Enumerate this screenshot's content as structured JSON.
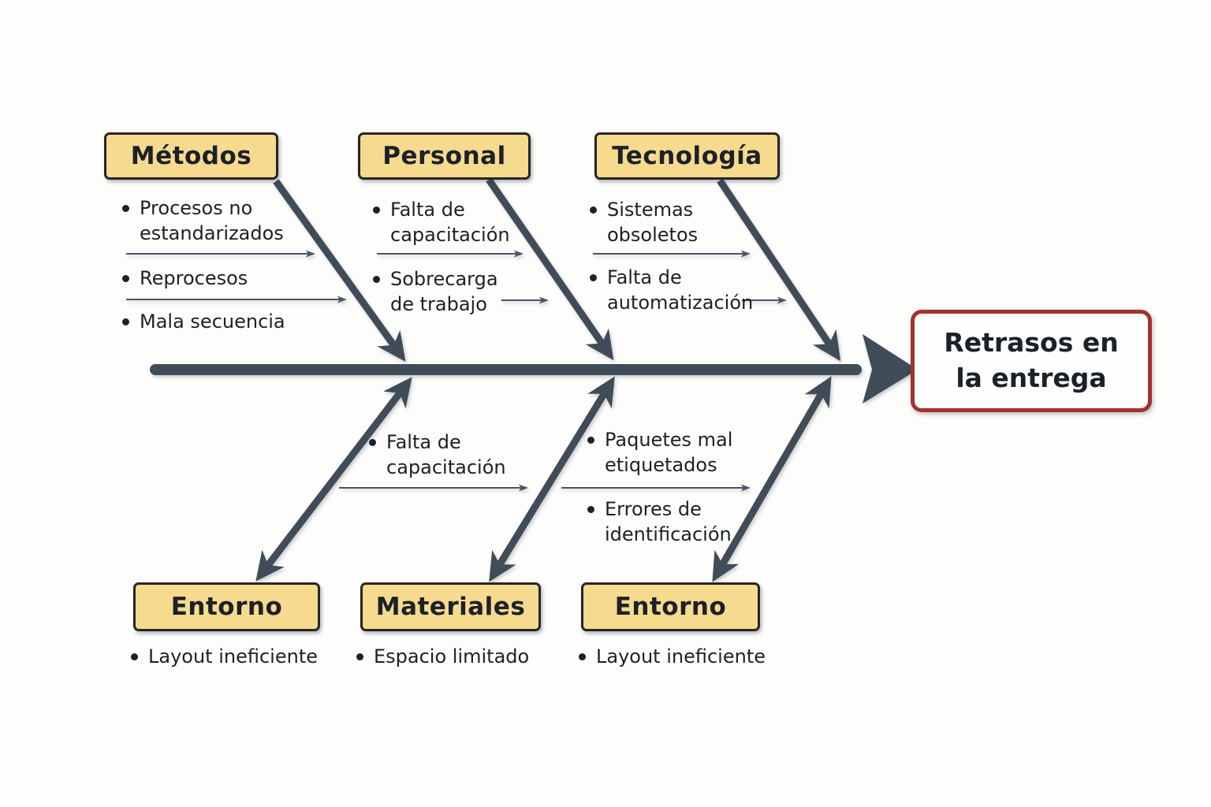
{
  "diagram": {
    "kind": "fishbone-ishikawa",
    "effect": {
      "label": "Retrasos en\nla entrega"
    },
    "categories": {
      "top": [
        {
          "label": "Métodos"
        },
        {
          "label": "Personal"
        },
        {
          "label": "Tecnología"
        }
      ],
      "bottom": [
        {
          "label": "Entorno"
        },
        {
          "label": "Materiales"
        },
        {
          "label": "Entorno"
        }
      ]
    },
    "causes": {
      "metodos": [
        "Procesos no\nestandarizados",
        "Reprocesos",
        "Mala secuencia"
      ],
      "personal": [
        "Falta de\ncapacitación",
        "Sobrecarga\nde trabajo"
      ],
      "tecnologia": [
        "Sistemas\nobsoletos",
        "Falta de\nautomatización"
      ],
      "bottom_left": [
        "Falta de\ncapacitación"
      ],
      "bottom_middle": [
        "Paquetes mal\netiquetados",
        "Errores de\nidentificación"
      ],
      "under_boxes": [
        "Layout ineficiente",
        "Espacio limitado",
        "Layout ineficiente"
      ]
    },
    "colors": {
      "bone": "#404c57",
      "thin_line": "#4a5561",
      "category_fill": "#f6da8e",
      "category_border": "#262626",
      "effect_border": "#a5312a",
      "effect_fill": "#fefefe",
      "text": "#1c2127",
      "background": "#fdfdfc"
    }
  }
}
